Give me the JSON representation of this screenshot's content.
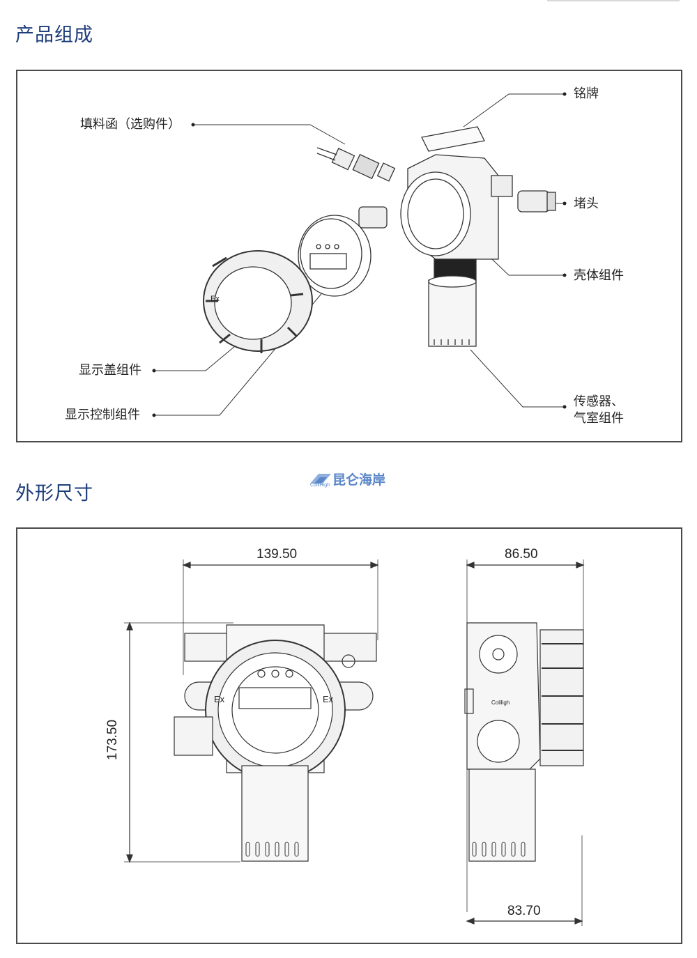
{
  "sections": {
    "composition_title": "产品组成",
    "dimensions_title": "外形尺寸"
  },
  "callouts": {
    "nameplate": "铭牌",
    "cable_gland": "填料函（选购件）",
    "plug": "堵头",
    "housing": "壳体组件",
    "display_cover": "显示盖组件",
    "display_control": "显示控制组件",
    "sensor_line1": "传感器、",
    "sensor_line2": "气室组件"
  },
  "dimensions": {
    "front_width": "139.50",
    "height": "173.50",
    "side_top_width": "86.50",
    "side_bottom_width": "83.70"
  },
  "device_marks": {
    "ex_left": "Ex",
    "ex_right": "Ex",
    "brand_small": "Coliligh"
  },
  "watermark": {
    "text": "昆仑海岸",
    "sub": "ColliHigh"
  },
  "colors": {
    "title_blue": "#1e3d7b",
    "frame": "#4a4a4a",
    "watermark_blue": "#5a86c8"
  }
}
